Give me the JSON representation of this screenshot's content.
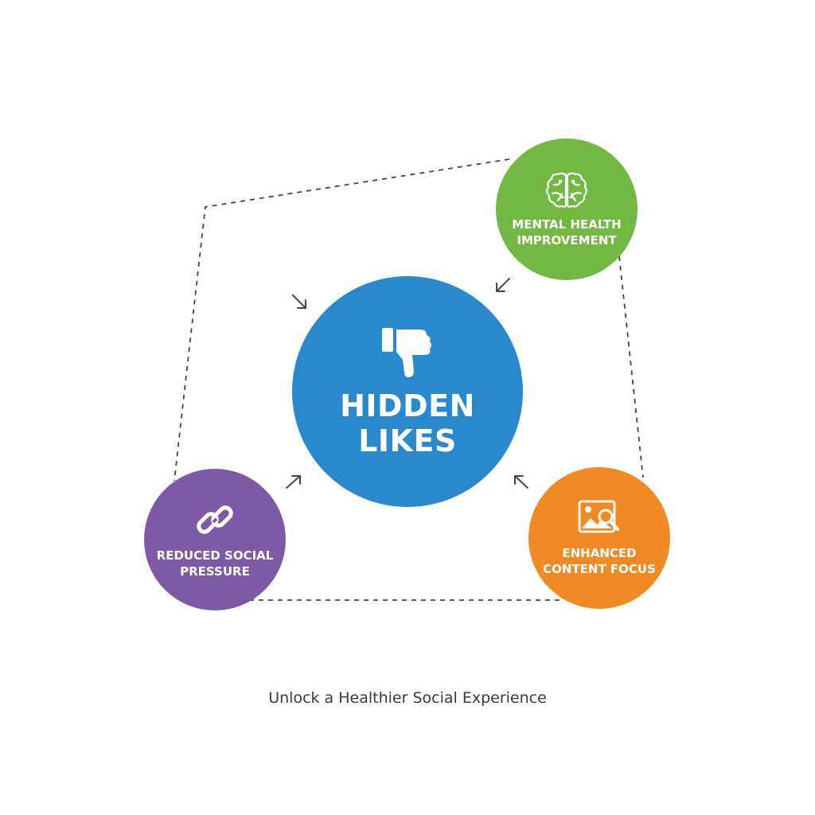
{
  "diagram": {
    "center": {
      "label": "HIDDEN LIKES",
      "icon": "thumbs-down-icon",
      "color": "#2a88cc"
    },
    "satellites": [
      {
        "label": "MENTAL HEALTH IMPROVEMENT",
        "icon": "brain-icon",
        "color": "#72b842"
      },
      {
        "label": "REDUCED SOCIAL PRESSURE",
        "icon": "broken-link-icon",
        "color": "#7d5aa6"
      },
      {
        "label": "ENHANCED CONTENT FOCUS",
        "icon": "image-search-icon",
        "color": "#f08a24"
      }
    ],
    "connector_color": "#444444"
  },
  "caption": "Unlock a Healthier Social Experience"
}
